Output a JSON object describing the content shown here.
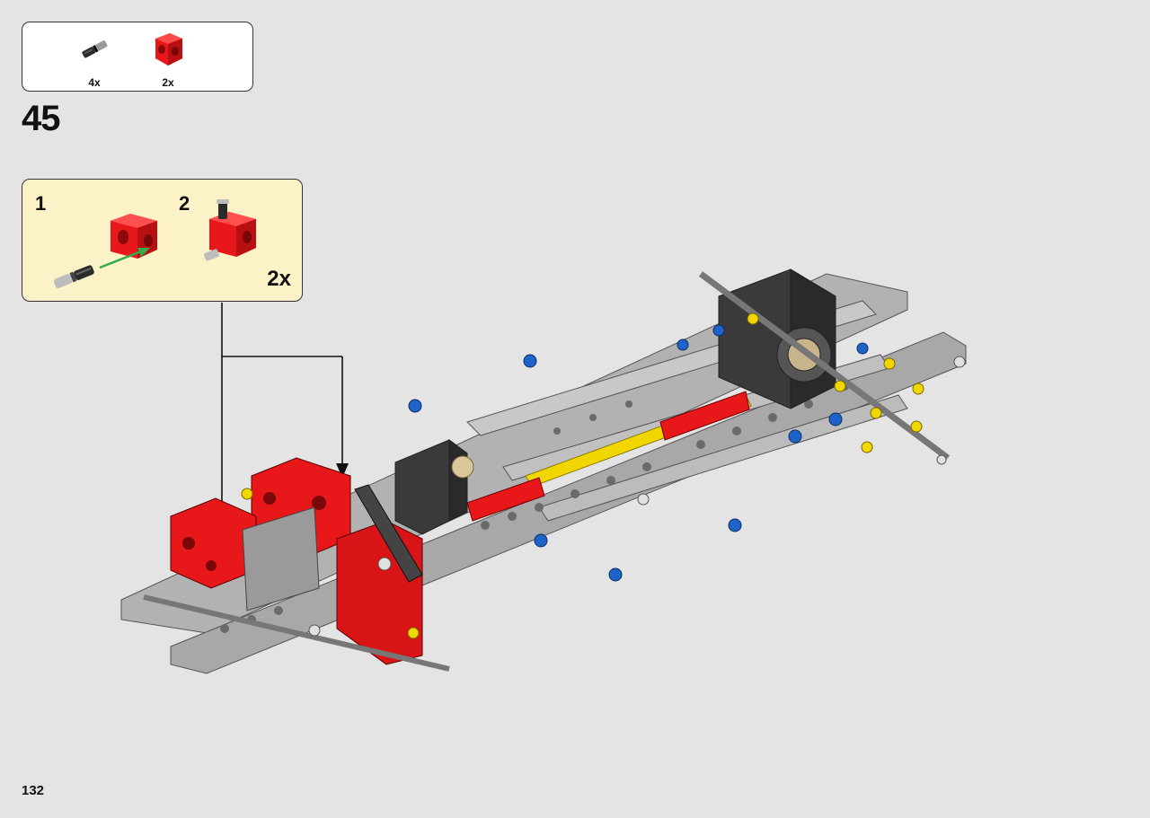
{
  "parts_list": [
    {
      "icon": "axle-pin-icon",
      "qty": "4x"
    },
    {
      "icon": "red-connector-icon",
      "qty": "2x"
    }
  ],
  "step": {
    "number": "45"
  },
  "sub_assembly": {
    "steps": [
      {
        "number": "1",
        "icon": "pin-into-connector-icon"
      },
      {
        "number": "2",
        "icon": "assembled-connector-icon"
      }
    ],
    "multiplier": "2x"
  },
  "page": {
    "number": "132"
  },
  "colors": {
    "background": "#e4e4e4",
    "sub_box": "#fbf3c7",
    "red": "#e8171a",
    "gray": "#a8a8a8",
    "dark": "#3a3a3a",
    "yellow": "#f2d600",
    "blue": "#1e63c7",
    "arrow_green": "#2fae4a"
  }
}
